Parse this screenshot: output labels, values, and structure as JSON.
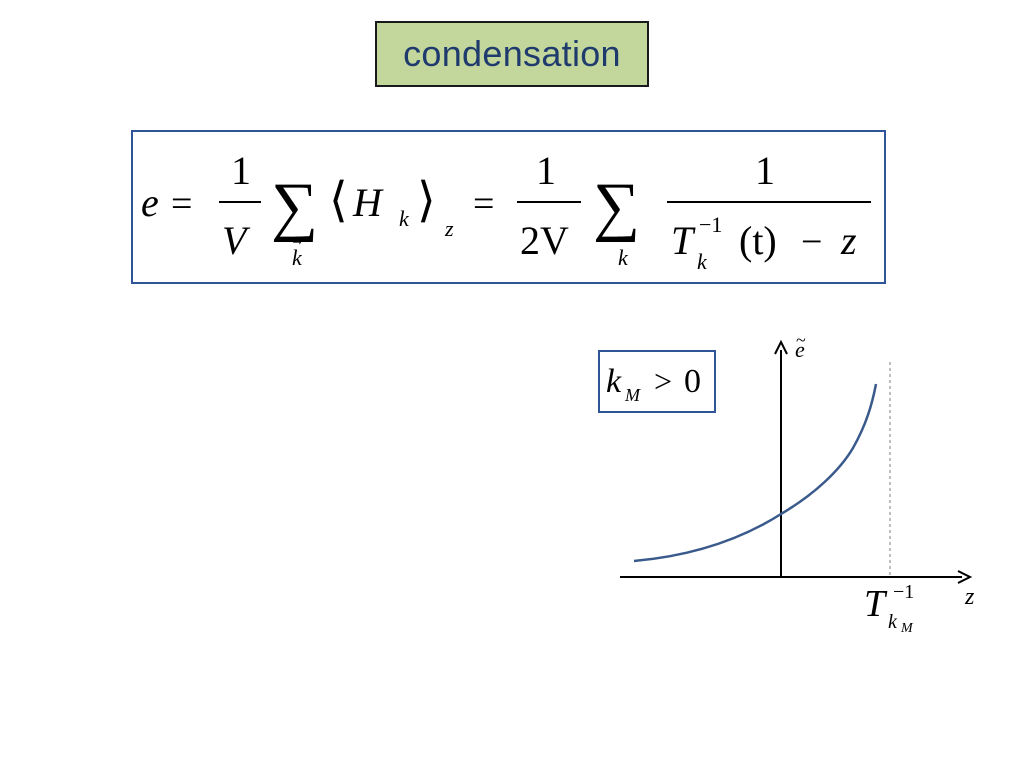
{
  "slide": {
    "title": "condensation"
  },
  "equation": {
    "e": "e",
    "eq": "=",
    "one": "1",
    "V": "V",
    "sum": "∑",
    "k_vec": "k",
    "vec_arrow": "→",
    "langle": "⟨",
    "H": "H",
    "k": "k",
    "rangle": "⟩",
    "z": "z",
    "two_V": "2V",
    "T": "T",
    "inv": "−1",
    "t_arg": "(t)",
    "minus": "−",
    "colors": {
      "border": "#2e5597"
    }
  },
  "condition": {
    "k": "k",
    "M": "M",
    "gt": ">",
    "zero": "0"
  },
  "graph": {
    "y_axis_label": "e",
    "y_tilde": "~",
    "x_axis_label": "z",
    "pole_T": "T",
    "pole_inv": "−1",
    "pole_k": "k",
    "pole_M": "M",
    "curve_color": "#3a5a8c",
    "dashed_color": "#7f7f7f"
  }
}
